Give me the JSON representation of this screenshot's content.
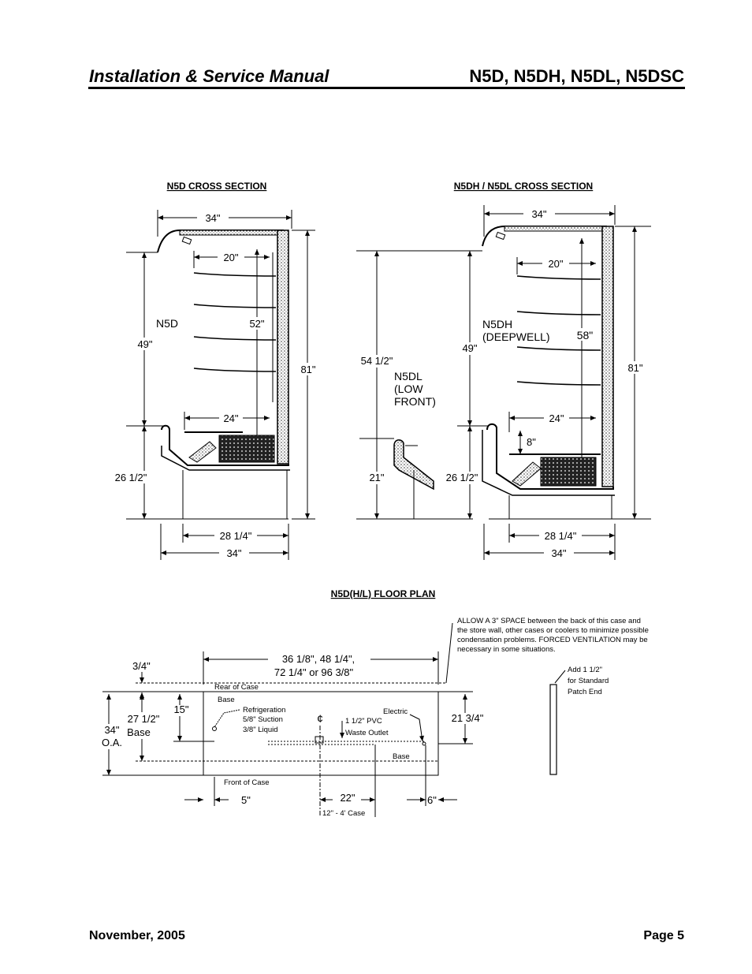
{
  "header": {
    "title": "Installation & Service Manual",
    "models": "N5D, N5DH, N5DL, N5DSC"
  },
  "footer": {
    "date": "November, 2005",
    "page": "Page 5"
  },
  "n5d": {
    "title": "N5D CROSS SECTION",
    "top_width": "34\"",
    "shelf_depth": "20\"",
    "model_label": "N5D",
    "height_49": "49\"",
    "height_52": "52\"",
    "height_81": "81\"",
    "deck_depth": "24\"",
    "base_height": "26 1/2\"",
    "base_width": "28 1/4\"",
    "overall_width": "34\""
  },
  "n5dh": {
    "title": "N5DH / N5DL CROSS SECTION",
    "top_width": "34\"",
    "shelf_depth": "20\"",
    "deepwell_label_1": "N5DH",
    "deepwell_label_2": "(DEEPWELL)",
    "height_58": "58\"",
    "height_49": "49\"",
    "height_81": "81\"",
    "height_54": "54 1/2\"",
    "low_label_1": "N5DL",
    "low_label_2": "(LOW",
    "low_label_3": "FRONT)",
    "deck_depth": "24\"",
    "well_depth": "8\"",
    "front_height": "21\"",
    "base_height": "26 1/2\"",
    "base_width": "28 1/4\"",
    "overall_width": "34\""
  },
  "floor": {
    "title": "N5D(H/L) FLOOR PLAN",
    "note": [
      "ALLOW A 3\" SPACE between the back of this case and",
      "the store wall, other cases or coolers to minimize possible",
      "condensation problems.  FORCED VENTILATION may be",
      "necessary in some situations."
    ],
    "lengths_1": "36 1/8\", 48 1/4\",",
    "lengths_2": "72 1/4\" or 96 3/8\"",
    "offset_34": "3/4\"",
    "rear": "Rear of Case",
    "base_top": "Base",
    "dim_15": "15\"",
    "refrig_1": "Refrigeration",
    "refrig_2": "5/8\" Suction",
    "refrig_3": "3/8\" Liquid",
    "centerline": "¢",
    "pvc_1": "1 1/2\" PVC",
    "pvc_2": "Waste Outlet",
    "electric": "Electric",
    "depth": "21 3/4\"",
    "oa_1": "34\"",
    "oa_2": "O.A.",
    "base_dim_1": "27 1/2\"",
    "base_dim_2": "Base",
    "base_bottom": "Base",
    "front": "Front of Case",
    "dim_5": "5\"",
    "dim_22": "22\"",
    "dim_12": "12\" - 4' Case",
    "dim_6": "6\"",
    "patch_1": "Add 1 1/2\"",
    "patch_2": "for Standard",
    "patch_3": "Patch End"
  }
}
